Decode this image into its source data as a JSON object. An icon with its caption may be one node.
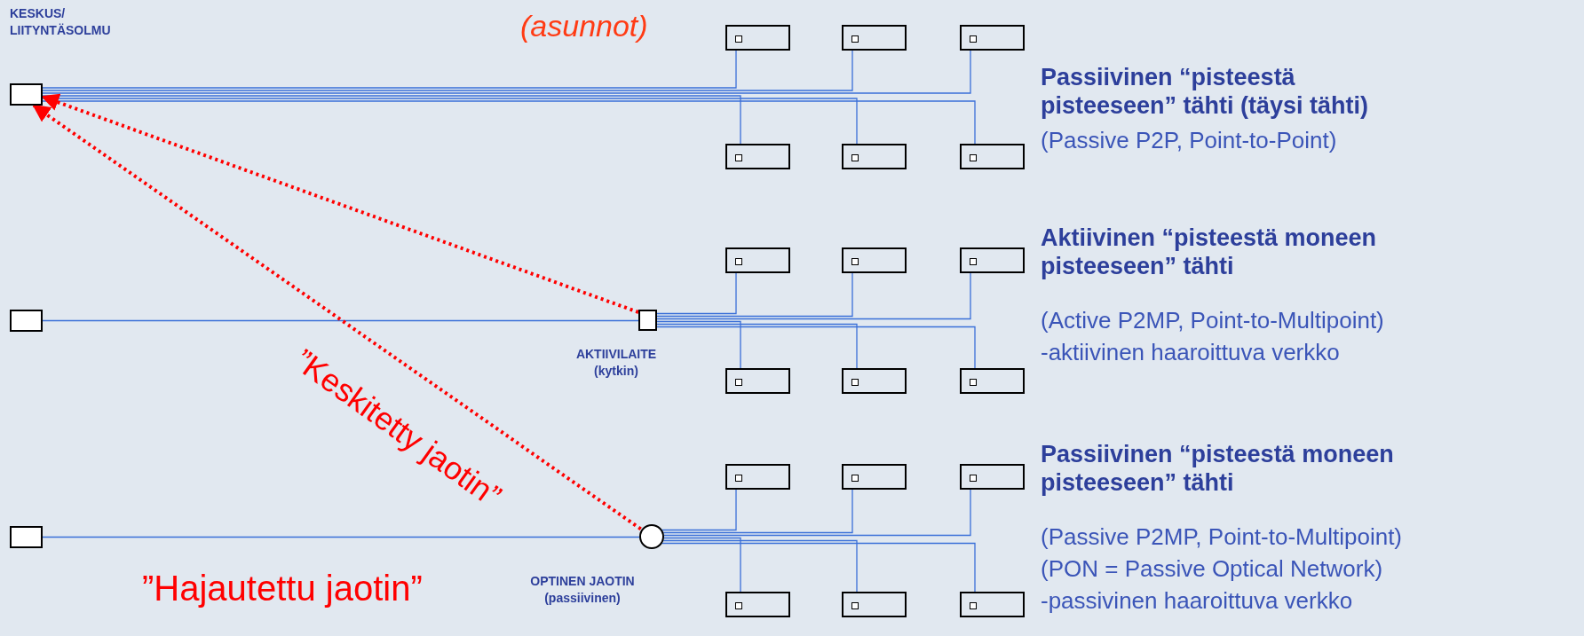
{
  "diagram": {
    "nodes": [
      {
        "text": [],
        "shape": "box",
        "beside": [
          "KESKUS/ LIITYNTÄSOLMU"
        ]
      },
      {
        "text": [],
        "shape": "box"
      },
      {
        "text": [],
        "shape": "box"
      },
      {
        "text": [],
        "shape": "box"
      },
      {
        "text": [],
        "shape": "box"
      },
      {
        "text": [],
        "shape": "box"
      },
      {
        "text": [],
        "shape": "box"
      },
      {
        "text": [],
        "shape": "box"
      },
      {
        "text": [],
        "shape": "box",
        "beside": [
          "AKTIIVILAITE (kytkin)"
        ]
      },
      {
        "text": [],
        "shape": "box"
      },
      {
        "text": [],
        "shape": "box"
      },
      {
        "text": [],
        "shape": "box"
      },
      {
        "text": [],
        "shape": "box"
      },
      {
        "text": [],
        "shape": "box"
      },
      {
        "text": [],
        "shape": "box"
      },
      {
        "text": [],
        "shape": "box"
      },
      {
        "text": [],
        "shape": "circle",
        "beside": [
          "OPTINEN JAOTIN (passiivinen)"
        ]
      },
      {
        "text": [],
        "shape": "box"
      },
      {
        "text": [],
        "shape": "box"
      },
      {
        "text": [],
        "shape": "box"
      },
      {
        "text": [],
        "shape": "box"
      },
      {
        "text": [],
        "shape": "box"
      },
      {
        "text": [],
        "shape": "box"
      }
    ],
    "edges": [
      {
        "from": 0,
        "to": 1,
        "arrow": "none"
      },
      {
        "from": 0,
        "to": 2,
        "arrow": "none"
      },
      {
        "from": 0,
        "to": 3,
        "arrow": "none"
      },
      {
        "from": 0,
        "to": 4,
        "arrow": "none"
      },
      {
        "from": 0,
        "to": 5,
        "arrow": "none"
      },
      {
        "from": 0,
        "to": 6,
        "arrow": "none"
      },
      {
        "from": 7,
        "to": 8,
        "arrow": "none"
      },
      {
        "from": 8,
        "to": 9,
        "arrow": "none"
      },
      {
        "from": 8,
        "to": 10,
        "arrow": "none"
      },
      {
        "from": 8,
        "to": 11,
        "arrow": "none"
      },
      {
        "from": 8,
        "to": 12,
        "arrow": "none"
      },
      {
        "from": 8,
        "to": 13,
        "arrow": "none"
      },
      {
        "from": 8,
        "to": 14,
        "arrow": "none"
      },
      {
        "from": 15,
        "to": 16,
        "arrow": "none"
      },
      {
        "from": 16,
        "to": 17,
        "arrow": "none"
      },
      {
        "from": 16,
        "to": 18,
        "arrow": "none"
      },
      {
        "from": 16,
        "to": 19,
        "arrow": "none"
      },
      {
        "from": 16,
        "to": 20,
        "arrow": "none"
      },
      {
        "from": 16,
        "to": 21,
        "arrow": "none"
      },
      {
        "from": 16,
        "to": 22,
        "arrow": "none"
      },
      {
        "from": 8,
        "to": 0,
        "arrow": "to",
        "style": "dashed",
        "color": "#ff0000"
      },
      {
        "from": 16,
        "to": 0,
        "arrow": "to",
        "style": "dashed",
        "color": "#ff0000"
      }
    ],
    "labels": [
      "(asunnot)",
      "Passiivinen “pisteestä pisteeseen” tähti (täysi tähti)",
      "(Passive P2P, Point-to-Point)",
      "Aktiivinen “pisteestä moneen pisteeseen” tähti",
      "(Active P2MP, Point-to-Multipoint)",
      "-aktiivinen haaroittuva verkko",
      "”Keskitetty jaotin”",
      "Passiivinen “pisteestä moneen pisteeseen” tähti",
      "(Passive P2MP, Point-to-Multipoint)",
      "(PON = Passive Optical Network)",
      "-passivinen haaroittuva verkko",
      "”Hajautettu jaotin”"
    ]
  }
}
